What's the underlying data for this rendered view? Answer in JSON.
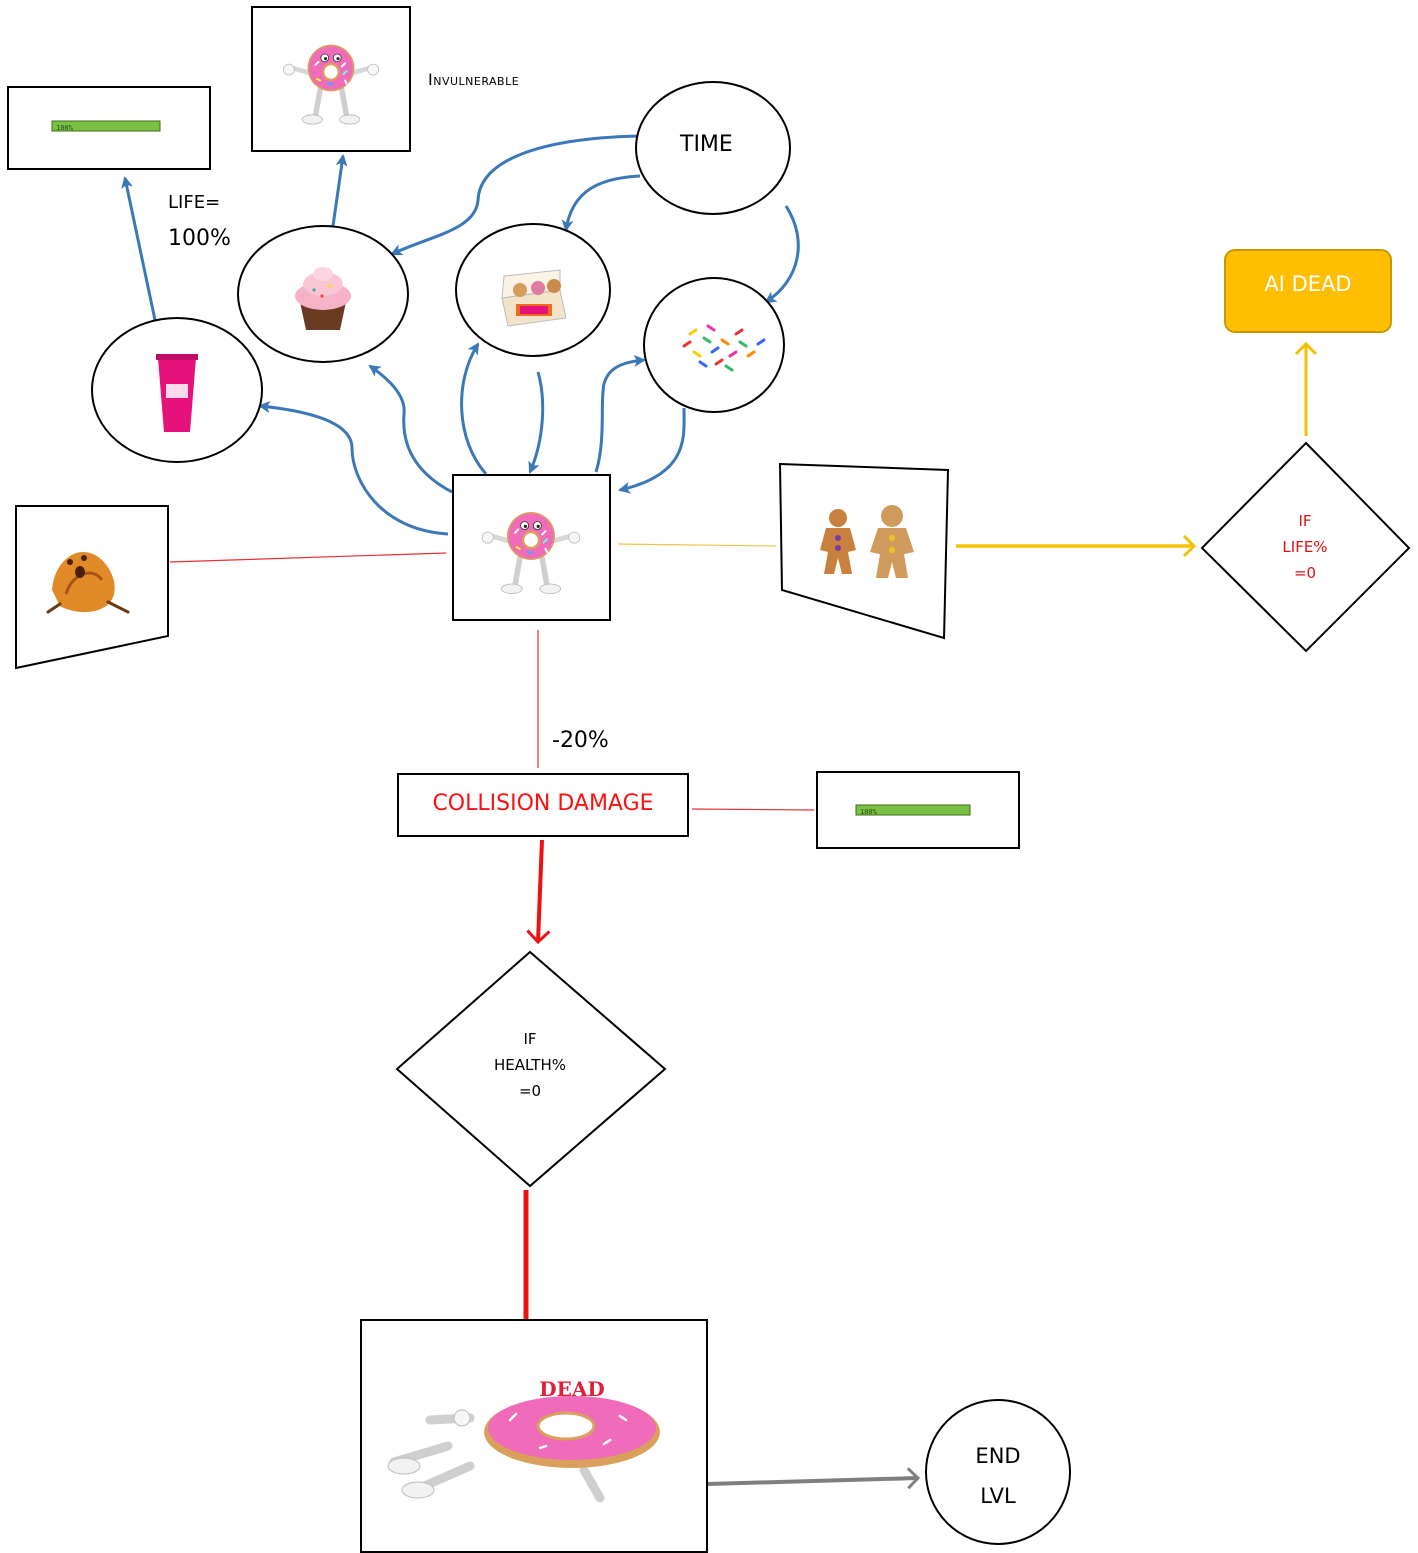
{
  "labels": {
    "invulnerable": "Invulnerable",
    "time": "TIME",
    "life_label": "LIFE=",
    "life_value": "100%",
    "ai_dead": "AI DEAD",
    "damage": "-20%",
    "collision_damage": "COLLISION DAMAGE",
    "end": "END",
    "lvl": "LVL",
    "dead_stamp": "DEAD",
    "healthbar_text": "100%"
  },
  "decisions": {
    "life": [
      "IF",
      "LIFE%",
      "=0"
    ],
    "health": [
      "IF",
      "HEALTH%",
      "=0"
    ]
  },
  "colors": {
    "blue_arrow": "#3a78b8",
    "red_line": "#e83030",
    "red_arrow": "#ee1111",
    "yellow_arrow": "#f5c000",
    "yellow_line": "#f5c24a",
    "ai_dead_fill": "#ffbf00",
    "grey_arrow": "#7f7f7f",
    "donut_pink": "#f06bb9",
    "bar_green": "#7ac143"
  }
}
